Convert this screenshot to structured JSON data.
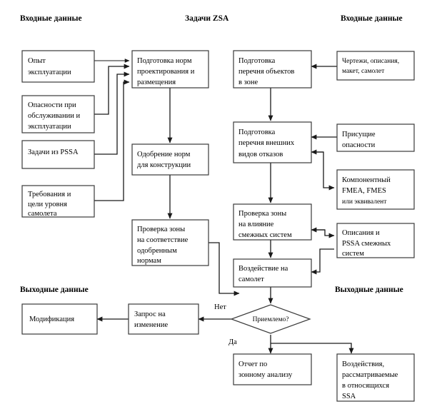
{
  "headers": {
    "left_top": "Входные данные",
    "center_top": "Задачи ZSA",
    "right_top": "Входные данные",
    "left_bottom": "Выходные данные",
    "right_bottom": "Выходные данные"
  },
  "nodes": {
    "experience": {
      "lines": [
        "Опыт",
        "эксплуатации"
      ]
    },
    "hazards_maint": {
      "lines": [
        "Опасности при",
        "обслуживании и",
        "эксплуатации"
      ]
    },
    "pssa_tasks": {
      "lines": [
        "Задачи из PSSA"
      ]
    },
    "aircraft_requirements": {
      "lines": [
        "Требования и",
        "цели уровня",
        "самолета"
      ]
    },
    "prepare_design_norms": {
      "lines": [
        "Подготовка норм",
        "проектирования и",
        "размещения"
      ]
    },
    "approve_norms": {
      "lines": [
        "Одобрение норм",
        "для конструкции"
      ]
    },
    "check_zone_compliance": {
      "lines": [
        "Проверка зоны",
        "на соответствие",
        "одобренным",
        "нормам"
      ]
    },
    "prepare_object_list": {
      "lines": [
        "Подготовка",
        "перечня объектов",
        "в зоне"
      ]
    },
    "prepare_failure_list": {
      "lines": [
        "Подготовка",
        "перечня внешних",
        "видов отказов"
      ]
    },
    "check_adjacent_systems": {
      "lines": [
        "Проверка зоны",
        "на влияние",
        "смежных систем"
      ]
    },
    "aircraft_effect": {
      "lines": [
        "Воздействие на",
        "самолет"
      ]
    },
    "drawings": {
      "lines": [
        "Чертежи, описания,",
        "макет, самолет"
      ]
    },
    "inherent_hazards": {
      "lines": [
        "Присущие",
        "опасности"
      ]
    },
    "component_fmea": {
      "lines": [
        "Компонентный",
        "FMEA, FMES",
        "или эквивалент"
      ]
    },
    "descriptions_pssa": {
      "lines": [
        "Описания и",
        "PSSA смежных",
        "систем"
      ]
    },
    "acceptable_decision": {
      "lines": [
        "Приемлемо?"
      ]
    },
    "change_request": {
      "lines": [
        "Запрос на",
        "изменение"
      ]
    },
    "modification": {
      "lines": [
        "Модификация"
      ]
    },
    "zonal_report": {
      "lines": [
        "Отчет по",
        "зонному анализу"
      ]
    },
    "effects_ssa": {
      "lines": [
        "Воздействия,",
        "рассматриваемые",
        "в относящихся",
        "SSA"
      ]
    }
  },
  "edge_labels": {
    "no": "Нет",
    "yes": "Да"
  },
  "colors": {
    "background": "#ffffff",
    "box_stroke": "#3a3a3a",
    "connector": "#1a1a1a",
    "text": "#000000"
  }
}
